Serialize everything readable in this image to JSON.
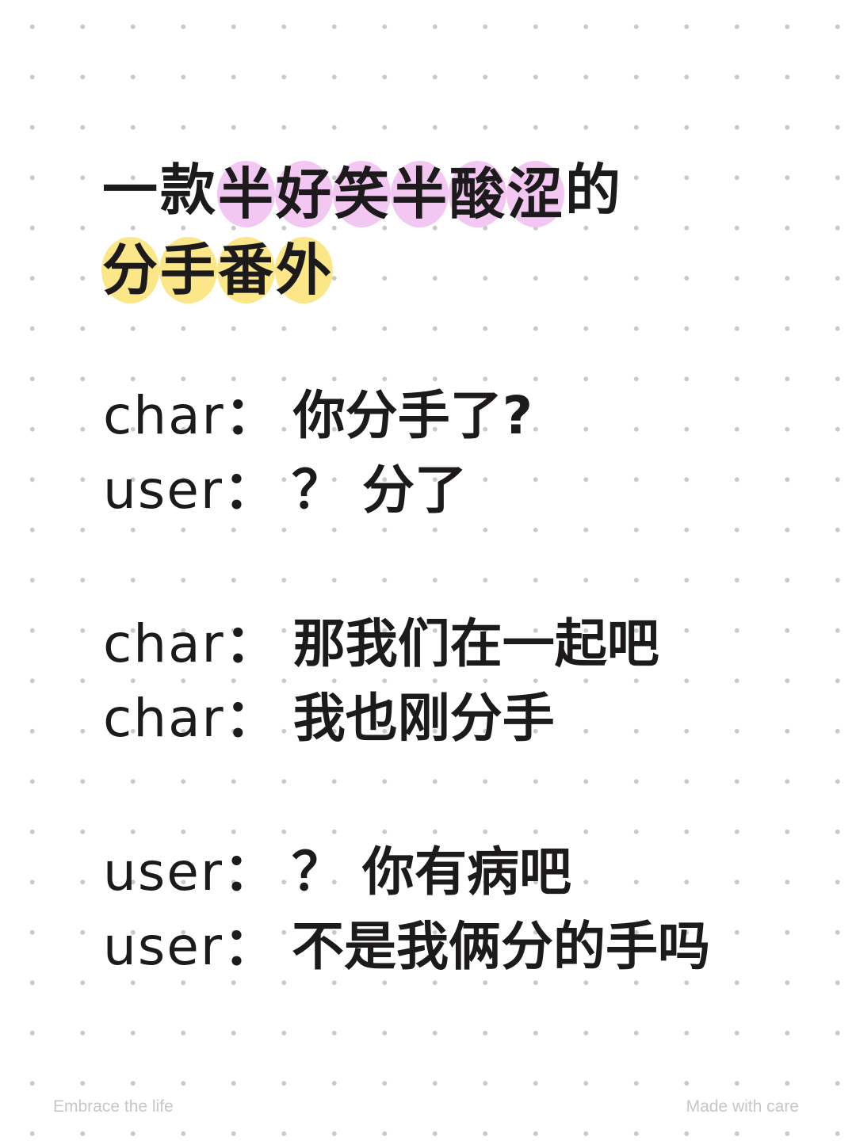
{
  "title": {
    "line1": [
      {
        "char": "一",
        "highlight": "none"
      },
      {
        "char": "款",
        "highlight": "none"
      },
      {
        "char": "半",
        "highlight": "pink"
      },
      {
        "char": "好",
        "highlight": "pink"
      },
      {
        "char": "笑",
        "highlight": "pink"
      },
      {
        "char": "半",
        "highlight": "pink"
      },
      {
        "char": "酸",
        "highlight": "pink"
      },
      {
        "char": "涩",
        "highlight": "pink"
      },
      {
        "char": "的",
        "highlight": "none"
      }
    ],
    "line2": [
      {
        "char": "分",
        "highlight": "yellow"
      },
      {
        "char": "手",
        "highlight": "yellow"
      },
      {
        "char": "番",
        "highlight": "yellow"
      },
      {
        "char": "外",
        "highlight": "yellow"
      }
    ]
  },
  "colors": {
    "pink_highlight": "#f2c7f2",
    "yellow_highlight": "#fbe688",
    "text": "#1c1a1a",
    "dots": "#c9c9c9"
  },
  "dialogue": [
    [
      {
        "speaker": "char",
        "colon": "：",
        "text": "你分手了?"
      },
      {
        "speaker": "user",
        "colon": "：",
        "text": "？ 分了"
      }
    ],
    [
      {
        "speaker": "char",
        "colon": "：",
        "text": "那我们在一起吧"
      },
      {
        "speaker": "char",
        "colon": "：",
        "text": "我也刚分手"
      }
    ],
    [
      {
        "speaker": "user",
        "colon": "：",
        "text": "？ 你有病吧"
      },
      {
        "speaker": "user",
        "colon": "：",
        "text": "不是我俩分的手吗"
      }
    ]
  ],
  "footer": {
    "left": "Embrace the life",
    "right": "Made with care"
  }
}
